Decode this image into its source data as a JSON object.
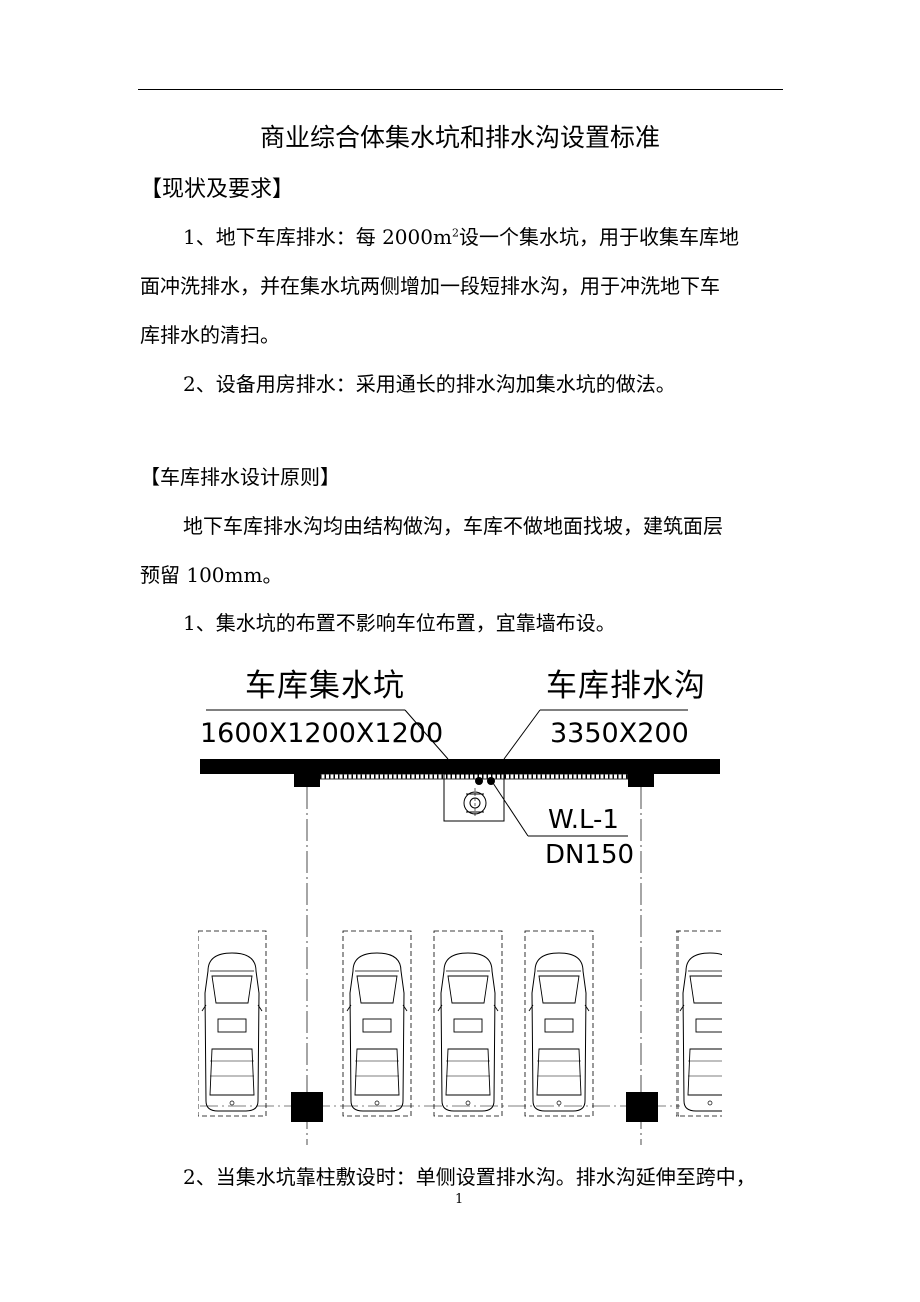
{
  "document": {
    "title": "商业综合体集水坑和排水沟设置标准",
    "section1": {
      "heading": "【现状及要求】",
      "item1_line1_a": "1、地下车库排水：每 2000m",
      "item1_line1_sup": "2",
      "item1_line1_b": "设一个集水坑，用于收集车库地",
      "item1_line2": "面冲洗排水，并在集水坑两侧增加一段短排水沟，用于冲洗地下车",
      "item1_line3": "库排水的清扫。",
      "item2": "2、设备用房排水：采用通长的排水沟加集水坑的做法。"
    },
    "section2": {
      "heading": "【车库排水设计原则】",
      "para_line1": "地下车库排水沟均由结构做沟，车库不做地面找坡，建筑面层",
      "para_line2": "预留 100mm。",
      "item1": "1、集水坑的布置不影响车位布置，宜靠墙布设。",
      "item2": "2、当集水坑靠柱敷设时：单侧设置排水沟。排水沟延伸至跨中，"
    },
    "figure": {
      "pit_name": "车库集水坑",
      "pit_size": "1600X1200X1200",
      "ditch_name": "车库排水沟",
      "ditch_size": "3350X200",
      "pipe_name": "W.L-1",
      "pipe_size": "DN150",
      "car_count": 5
    },
    "page_number": "1"
  }
}
